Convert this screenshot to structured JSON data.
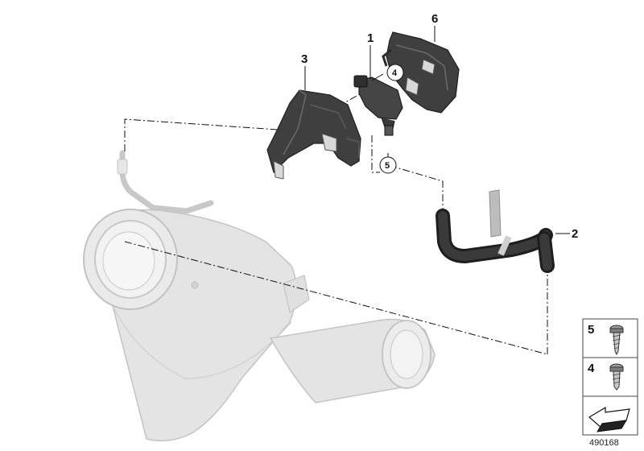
{
  "diagram": {
    "diagram_id": "490168",
    "callouts": [
      {
        "id": "c1",
        "label": "1"
      },
      {
        "id": "c2",
        "label": "2"
      },
      {
        "id": "c3",
        "label": "3"
      },
      {
        "id": "c4",
        "label": "4"
      },
      {
        "id": "c5",
        "label": "5"
      },
      {
        "id": "c6",
        "label": "6"
      }
    ],
    "legend": [
      {
        "label": "5"
      },
      {
        "label": "4"
      }
    ],
    "colors": {
      "part_dark": "#3d3d3d",
      "part_mid": "#5a5a5a",
      "ghost_fill": "#e4e4e4",
      "ghost_stroke": "#c4c4c4",
      "leader": "#111111"
    }
  }
}
